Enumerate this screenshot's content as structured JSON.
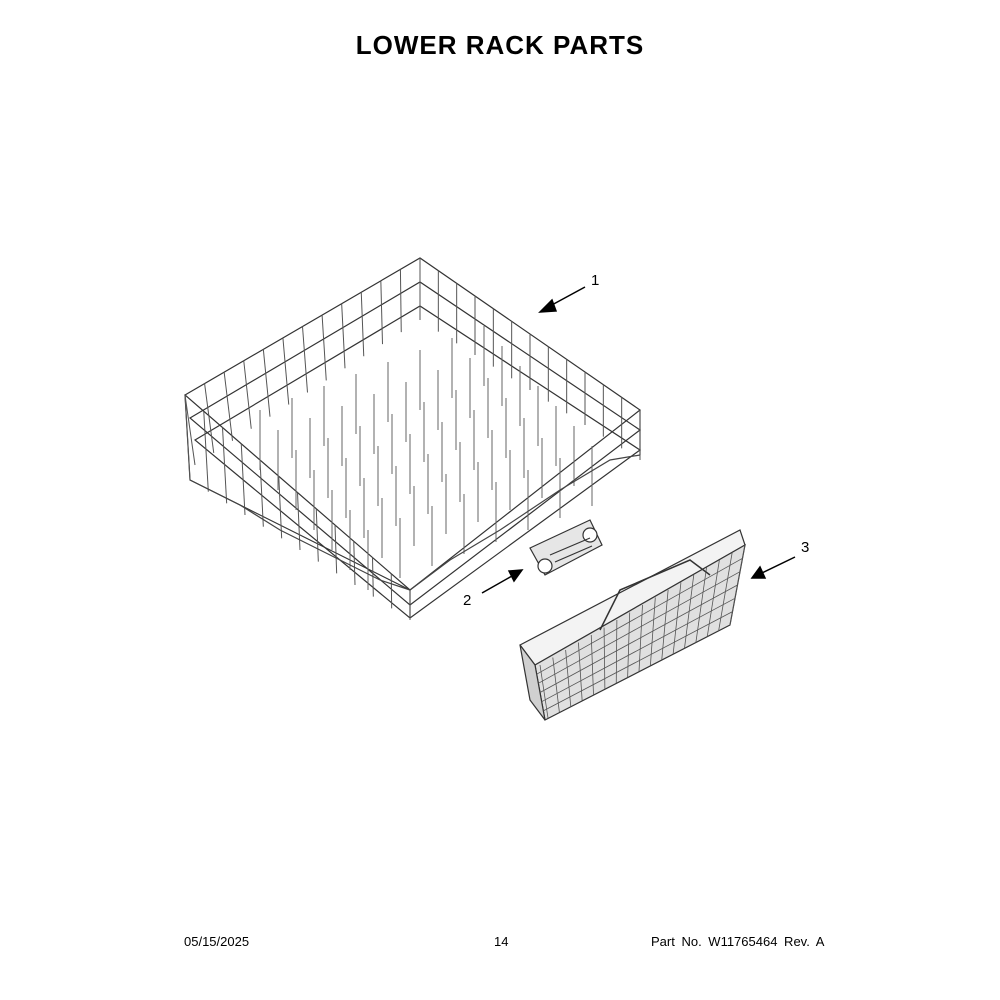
{
  "title": "LOWER RACK PARTS",
  "callouts": {
    "rack": "1",
    "wheel": "2",
    "basket": "3"
  },
  "footer": {
    "date": "05/15/2025",
    "page": "14",
    "part_number": "Part No.  W11765464  Rev.  A"
  }
}
